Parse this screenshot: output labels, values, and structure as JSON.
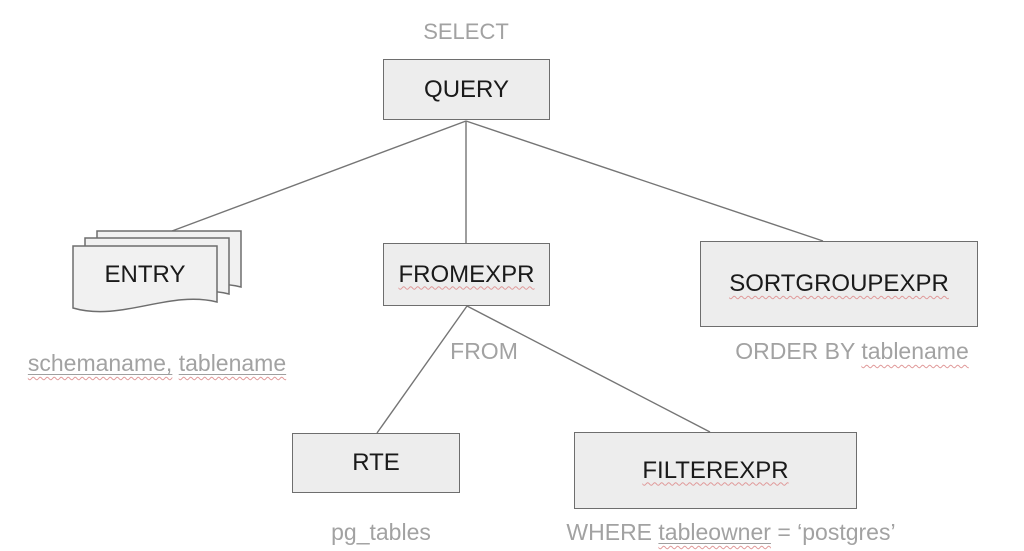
{
  "diagram": {
    "root_annotation": "SELECT",
    "nodes": {
      "query": "QUERY",
      "entry": "ENTRY",
      "fromexpr": "FROMEXPR",
      "sortgroupexpr": "SORTGROUPEXPR",
      "rte": "RTE",
      "filterexpr": "FILTEREXPR"
    },
    "annotations": {
      "entry_fields": {
        "schemaname": "schemaname,",
        "tablename": "tablename"
      },
      "from_label": "FROM",
      "order_by": {
        "prefix": "ORDER BY ",
        "field": "tablename"
      },
      "rte_table": "pg_tables",
      "where": {
        "prefix": "WHERE ",
        "field": "tableowner",
        "suffix": " = ‘postgres’"
      }
    },
    "colors": {
      "node_fill": "#ededed",
      "doc_fill": "#f1f1f1",
      "node_border": "#6e6e6e",
      "node_text": "#1a1a1a",
      "connector": "#757575",
      "annotation_text": "#a2a2a2",
      "spellcheck_squiggle": "#e09999"
    }
  }
}
